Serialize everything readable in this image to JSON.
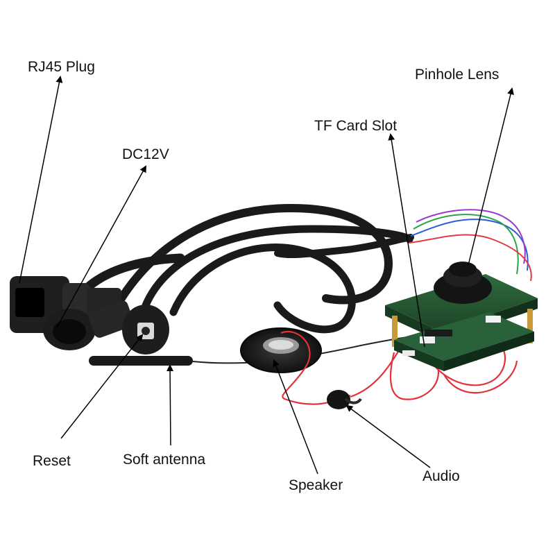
{
  "labels": {
    "rj45": "RJ45 Plug",
    "pinhole": "Pinhole Lens",
    "tf_card": "TF Card Slot",
    "dc": "DC12V",
    "reset": "Reset",
    "antenna": "Soft antenna",
    "speaker": "Speaker",
    "audio": "Audio"
  }
}
